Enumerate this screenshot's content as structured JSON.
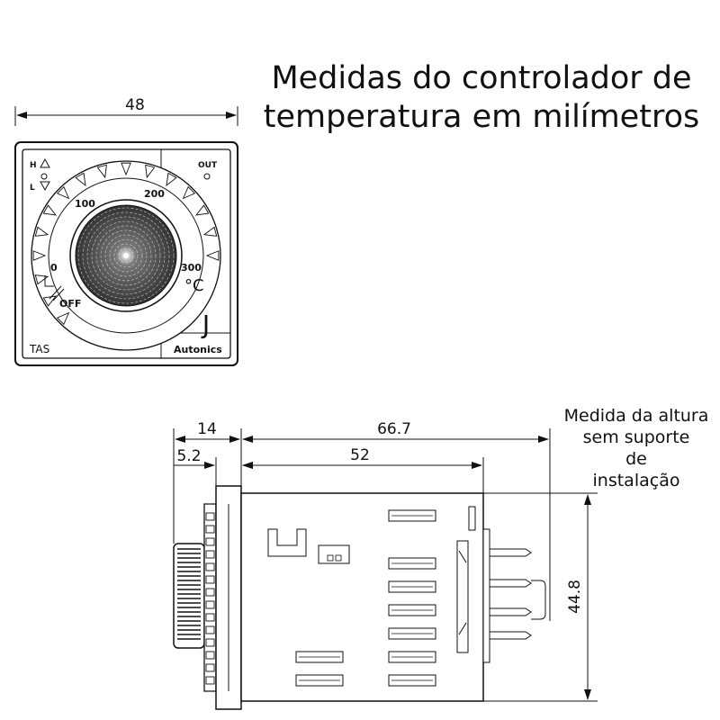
{
  "title": {
    "line1": "Medidas do controlador de",
    "line2": "temperatura em milímetros"
  },
  "front": {
    "width_label": "48",
    "indicator_h": "H",
    "indicator_l": "L",
    "out_label": "OUT",
    "scale_0": "0",
    "scale_100": "100",
    "scale_200": "200",
    "scale_300": "300",
    "unit": "°C",
    "off_label": "OFF",
    "model": "TAS",
    "brand": "Autonics",
    "sensor_type": "J"
  },
  "side": {
    "dim_14": "14",
    "dim_5_2": "5.2",
    "dim_66_7": "66.7",
    "dim_52": "52",
    "dim_44_8": "44.8",
    "note_lines": [
      "Medida da altura",
      "sem suporte",
      "de",
      "instalação"
    ]
  },
  "colors": {
    "line": "#111111",
    "background": "#ffffff"
  }
}
